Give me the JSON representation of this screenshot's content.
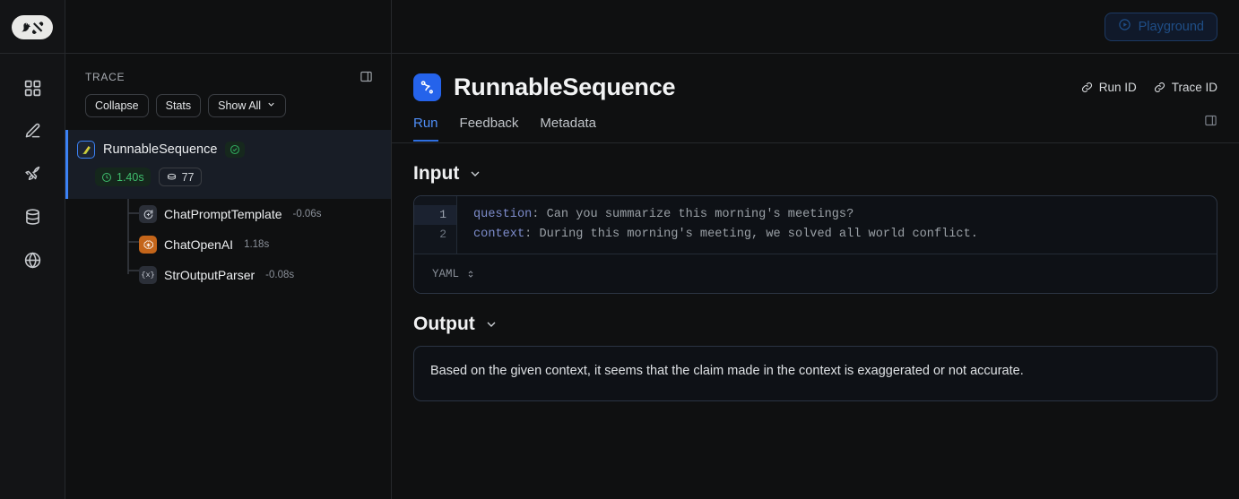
{
  "app": {
    "logo_name": "langchain-logo",
    "breadcrumb": "RunnableSequence",
    "playground_label": "Playground"
  },
  "rail": {
    "items": [
      {
        "name": "dashboard-icon",
        "label": "Dashboard"
      },
      {
        "name": "pencil-icon",
        "label": "Annotate"
      },
      {
        "name": "rocket-icon",
        "label": "Deployments"
      },
      {
        "name": "database-icon",
        "label": "Datasets"
      },
      {
        "name": "globe-icon",
        "label": "Public"
      }
    ]
  },
  "trace_panel": {
    "label": "TRACE",
    "panel_toggle_name": "collapse-panel-icon",
    "buttons": [
      {
        "label": "Collapse",
        "name": "collapse-button",
        "caret": false
      },
      {
        "label": "Stats",
        "name": "stats-button",
        "caret": false
      },
      {
        "label": "Show All",
        "name": "show-all-button",
        "caret": true
      }
    ],
    "root": {
      "name": "RunnableSequence",
      "status": "success",
      "duration": "1.40s",
      "tokens": "77"
    },
    "children": [
      {
        "name": "ChatPromptTemplate",
        "duration": "-0.06s",
        "icon": "prompt-icon"
      },
      {
        "name": "ChatOpenAI",
        "duration": "1.18s",
        "icon": "openai-icon"
      },
      {
        "name": "StrOutputParser",
        "duration": "-0.08s",
        "icon": "parser-icon"
      }
    ]
  },
  "run_header": {
    "title": "RunnableSequence",
    "icon_name": "sequence-icon",
    "run_id_label": "Run ID",
    "trace_id_label": "Trace ID",
    "tabs": [
      {
        "label": "Run",
        "active": true
      },
      {
        "label": "Feedback",
        "active": false
      },
      {
        "label": "Metadata",
        "active": false
      }
    ],
    "right_panel_toggle": "expand-right-panel-icon"
  },
  "input": {
    "title": "Input",
    "format": "YAML",
    "lines": [
      {
        "no": "1",
        "key": "question",
        "value": "Can you summarize this morning's meetings?"
      },
      {
        "no": "2",
        "key": "context",
        "value": "During this morning's meeting, we solved all world conflict."
      }
    ]
  },
  "output": {
    "title": "Output",
    "text": "Based on the given context, it seems that the claim made in the context is exaggerated or not accurate."
  },
  "colors": {
    "accent": "#2563eb",
    "tab_active": "#4f8ef7",
    "success": "#3fbf6e",
    "openai": "#c4651a",
    "code_key": "#7d8ccb"
  }
}
